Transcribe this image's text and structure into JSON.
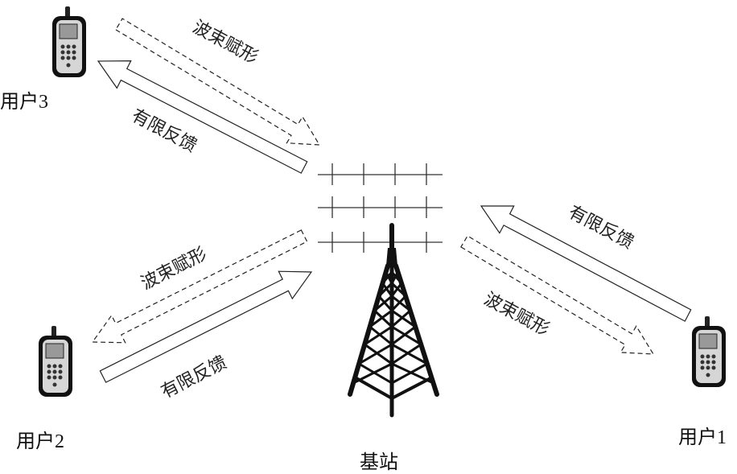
{
  "base_station": {
    "label": "基站"
  },
  "users": [
    {
      "label": "用户1",
      "feedback_label": "有限反馈",
      "beamforming_label": "波束赋形"
    },
    {
      "label": "用户2",
      "feedback_label": "有限反馈",
      "beamforming_label": "波束赋形"
    },
    {
      "label": "用户3",
      "feedback_label": "有限反馈",
      "beamforming_label": "波束赋形"
    }
  ],
  "icons": {
    "phone": "mobile-phone-icon",
    "tower": "antenna-tower-icon"
  },
  "colors": {
    "line": "#222222",
    "phone_body": "#cfcfcf"
  }
}
